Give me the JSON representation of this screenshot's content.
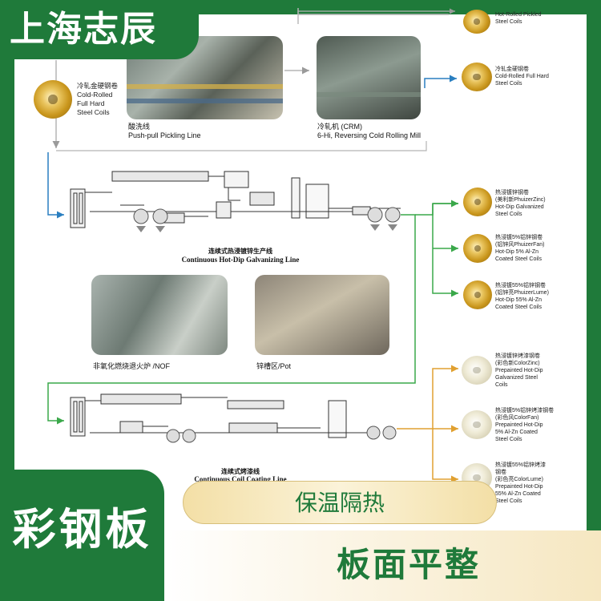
{
  "brand": "上海志辰",
  "product": "彩钢板",
  "features": [
    "保温隔热",
    "板面平整"
  ],
  "colors": {
    "green": "#1f7a3a",
    "gold": "#e8c35c",
    "arrow_blue": "#2a7fc0",
    "arrow_green": "#3aa84a",
    "arrow_orange": "#e0a030",
    "line_gray": "#9a9a9a"
  },
  "input_coil": {
    "label": "冷轧金硬钢卷\nCold-Rolled\nFull Hard\nSteel Coils"
  },
  "photos": {
    "pickling": {
      "caption": "酸洗线\nPush-pull Pickling Line"
    },
    "crm": {
      "caption": "冷轧机 (CRM)\n6-Hi, Reversing Cold Rolling Mill"
    },
    "nof": {
      "caption": "非氧化燃烧退火炉 /NOF"
    },
    "pot": {
      "caption": "锌槽区/Pot"
    }
  },
  "galvanizing_line": {
    "title_zh": "连续式热浸镀锌生产线",
    "title_en": "Continuous Hot-Dip Galvanizing Line"
  },
  "coating_line": {
    "title_zh": "连续式烤漆线",
    "title_en": "Continuous Coil Coating Line"
  },
  "top_products": [
    {
      "label": "Hot-Rolled Pickled\nSteel Coils"
    },
    {
      "label": "冷轧金硬钢卷\nCold-Rolled Full Hard\nSteel Coils"
    }
  ],
  "galv_products": [
    {
      "label": "热浸镀锌钢卷\n(美利新PhuizerZinc)\nHot-Dip Galvanized\nSteel Coils"
    },
    {
      "label": "热浸镀5%铝锌钢卷\n(铝锌风PhuizerFan)\nHot-Dip 5% Al-Zn\nCoated Steel Coils"
    },
    {
      "label": "热浸镀55%铝锌钢卷\n(铝锌亮PhuizerLume)\nHot-Dip 55% Al-Zn\nCoated Steel Coils"
    }
  ],
  "color_products": [
    {
      "label": "热浸镀锌烤漆钢卷\n(彩色新ColorZinc)\nPrepainted Hot-Dip\nGalvanized Steel\nCoils"
    },
    {
      "label": "热浸镀5%铝锌烤漆钢卷\n(彩色风ColorFan)\nPrepainted Hot-Dip\n5% Al-Zn Coated\nSteel Coils"
    },
    {
      "label": "热浸镀55%铝锌烤漆\n钢卷\n(彩色亮ColorLume)\nPrepainted Hot-Dip\n55% Al-Zn Coated\nSteel Coils"
    }
  ]
}
